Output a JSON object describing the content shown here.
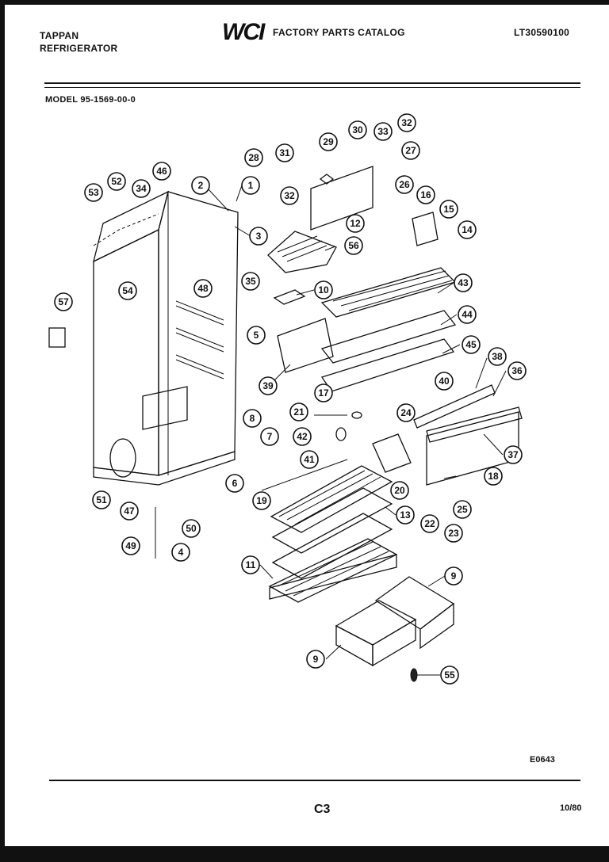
{
  "header": {
    "brand": "TAPPAN",
    "product": "REFRIGERATOR",
    "logo": "WCI",
    "catalog_title": "FACTORY PARTS CATALOG",
    "document_number": "LT30590100",
    "model_label": "MODEL 95-1569-00-0"
  },
  "footer": {
    "diagram_code": "E0643",
    "page": "C3",
    "date": "10/80"
  },
  "callouts": [
    "1",
    "2",
    "3",
    "4",
    "5",
    "6",
    "7",
    "8",
    "9",
    "9",
    "10",
    "11",
    "12",
    "13",
    "14",
    "15",
    "16",
    "17",
    "18",
    "19",
    "20",
    "21",
    "22",
    "23",
    "24",
    "25",
    "26",
    "27",
    "28",
    "29",
    "30",
    "31",
    "32",
    "32",
    "33",
    "34",
    "35",
    "36",
    "37",
    "38",
    "39",
    "40",
    "41",
    "42",
    "43",
    "44",
    "45",
    "46",
    "47",
    "48",
    "49",
    "50",
    "51",
    "52",
    "53",
    "54",
    "55",
    "56",
    "57"
  ]
}
